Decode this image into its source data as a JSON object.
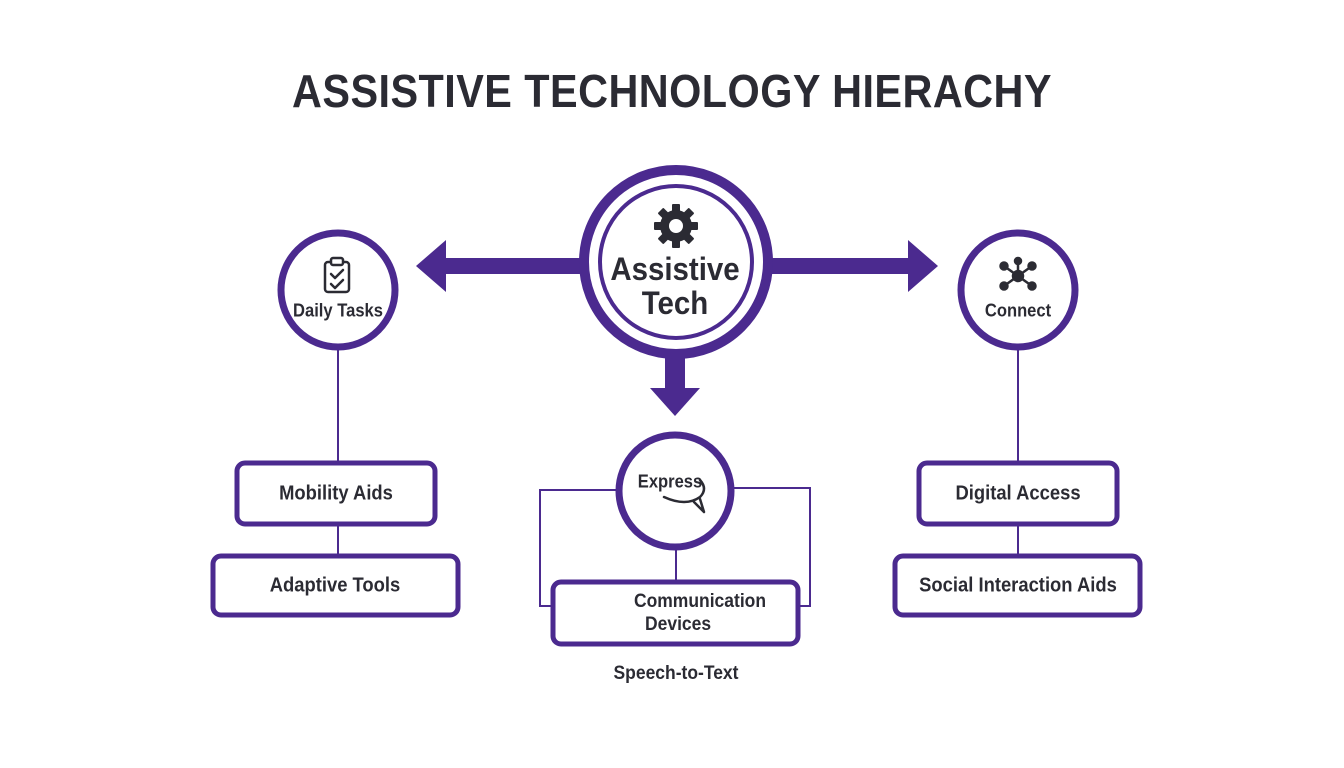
{
  "title": "ASSISTIVE TECHNOLOGY HIERACHY",
  "colors": {
    "accent": "#4b2a8f",
    "text": "#2b2b33",
    "background": "#ffffff"
  },
  "root": {
    "label_line1": "Assistive",
    "label_line2": "Tech",
    "icon": "gear-icon"
  },
  "branches": {
    "left": {
      "label": "Daily Tasks",
      "icon": "clipboard-check-icon",
      "items": [
        "Mobility Aids",
        "Adaptive Tools"
      ]
    },
    "center": {
      "label": "Express",
      "icon": "speech-bubble-icon",
      "item_line1": "Communication",
      "item_line2": "Devices",
      "note": "Speech-to-Text"
    },
    "right": {
      "label": "Connect",
      "icon": "network-hub-icon",
      "items": [
        "Digital Access",
        "Social Interaction Aids"
      ]
    }
  }
}
